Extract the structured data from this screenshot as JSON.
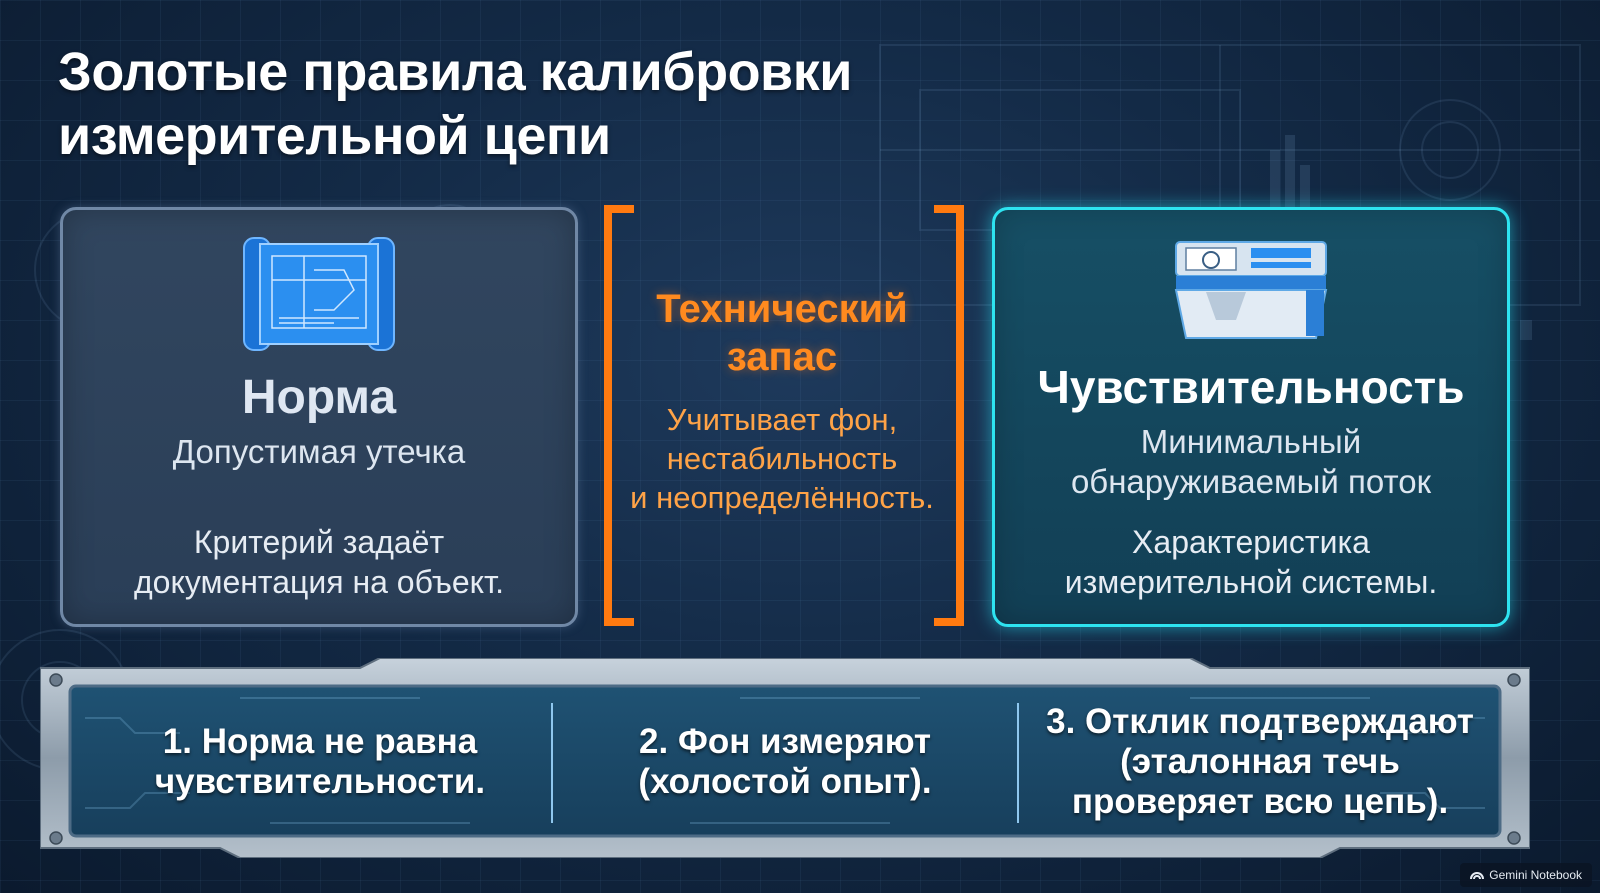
{
  "title": {
    "line1": "Золотые правила калибровки",
    "line2": "измерительной цепи"
  },
  "left_card": {
    "icon": "blueprint-icon",
    "heading": "Норма",
    "subtitle": "Допустимая утечка",
    "desc_line1": "Критерий задаёт",
    "desc_line2": "документация на объект."
  },
  "center": {
    "title_line1": "Технический",
    "title_line2": "запас",
    "desc_line1": "Учитывает фон,",
    "desc_line2": "нестабильность",
    "desc_line3": "и неопределённость."
  },
  "right_card": {
    "icon": "leak-detector-icon",
    "heading": "Чувствительность",
    "sub_line1": "Минимальный",
    "sub_line2": "обнаруживаемый поток",
    "desc_line1": "Характеристика",
    "desc_line2": "измерительной системы."
  },
  "rules": {
    "r1_line1": "1. Норма не равна",
    "r1_line2": "чувствительности.",
    "r2_line1": "2. Фон измеряют",
    "r2_line2": "(холостой опыт).",
    "r3_line1": "3. Отклик подтверждают",
    "r3_line2": "(эталонная течь",
    "r3_line3": "проверяет всю цепь)."
  },
  "watermark": {
    "text": "Gemini Notebook",
    "icon": "notebook-logo-icon"
  },
  "colors": {
    "accent_orange": "#ff7a10",
    "accent_cyan": "#2ee3f0",
    "card_border_gray": "#7088a6"
  }
}
